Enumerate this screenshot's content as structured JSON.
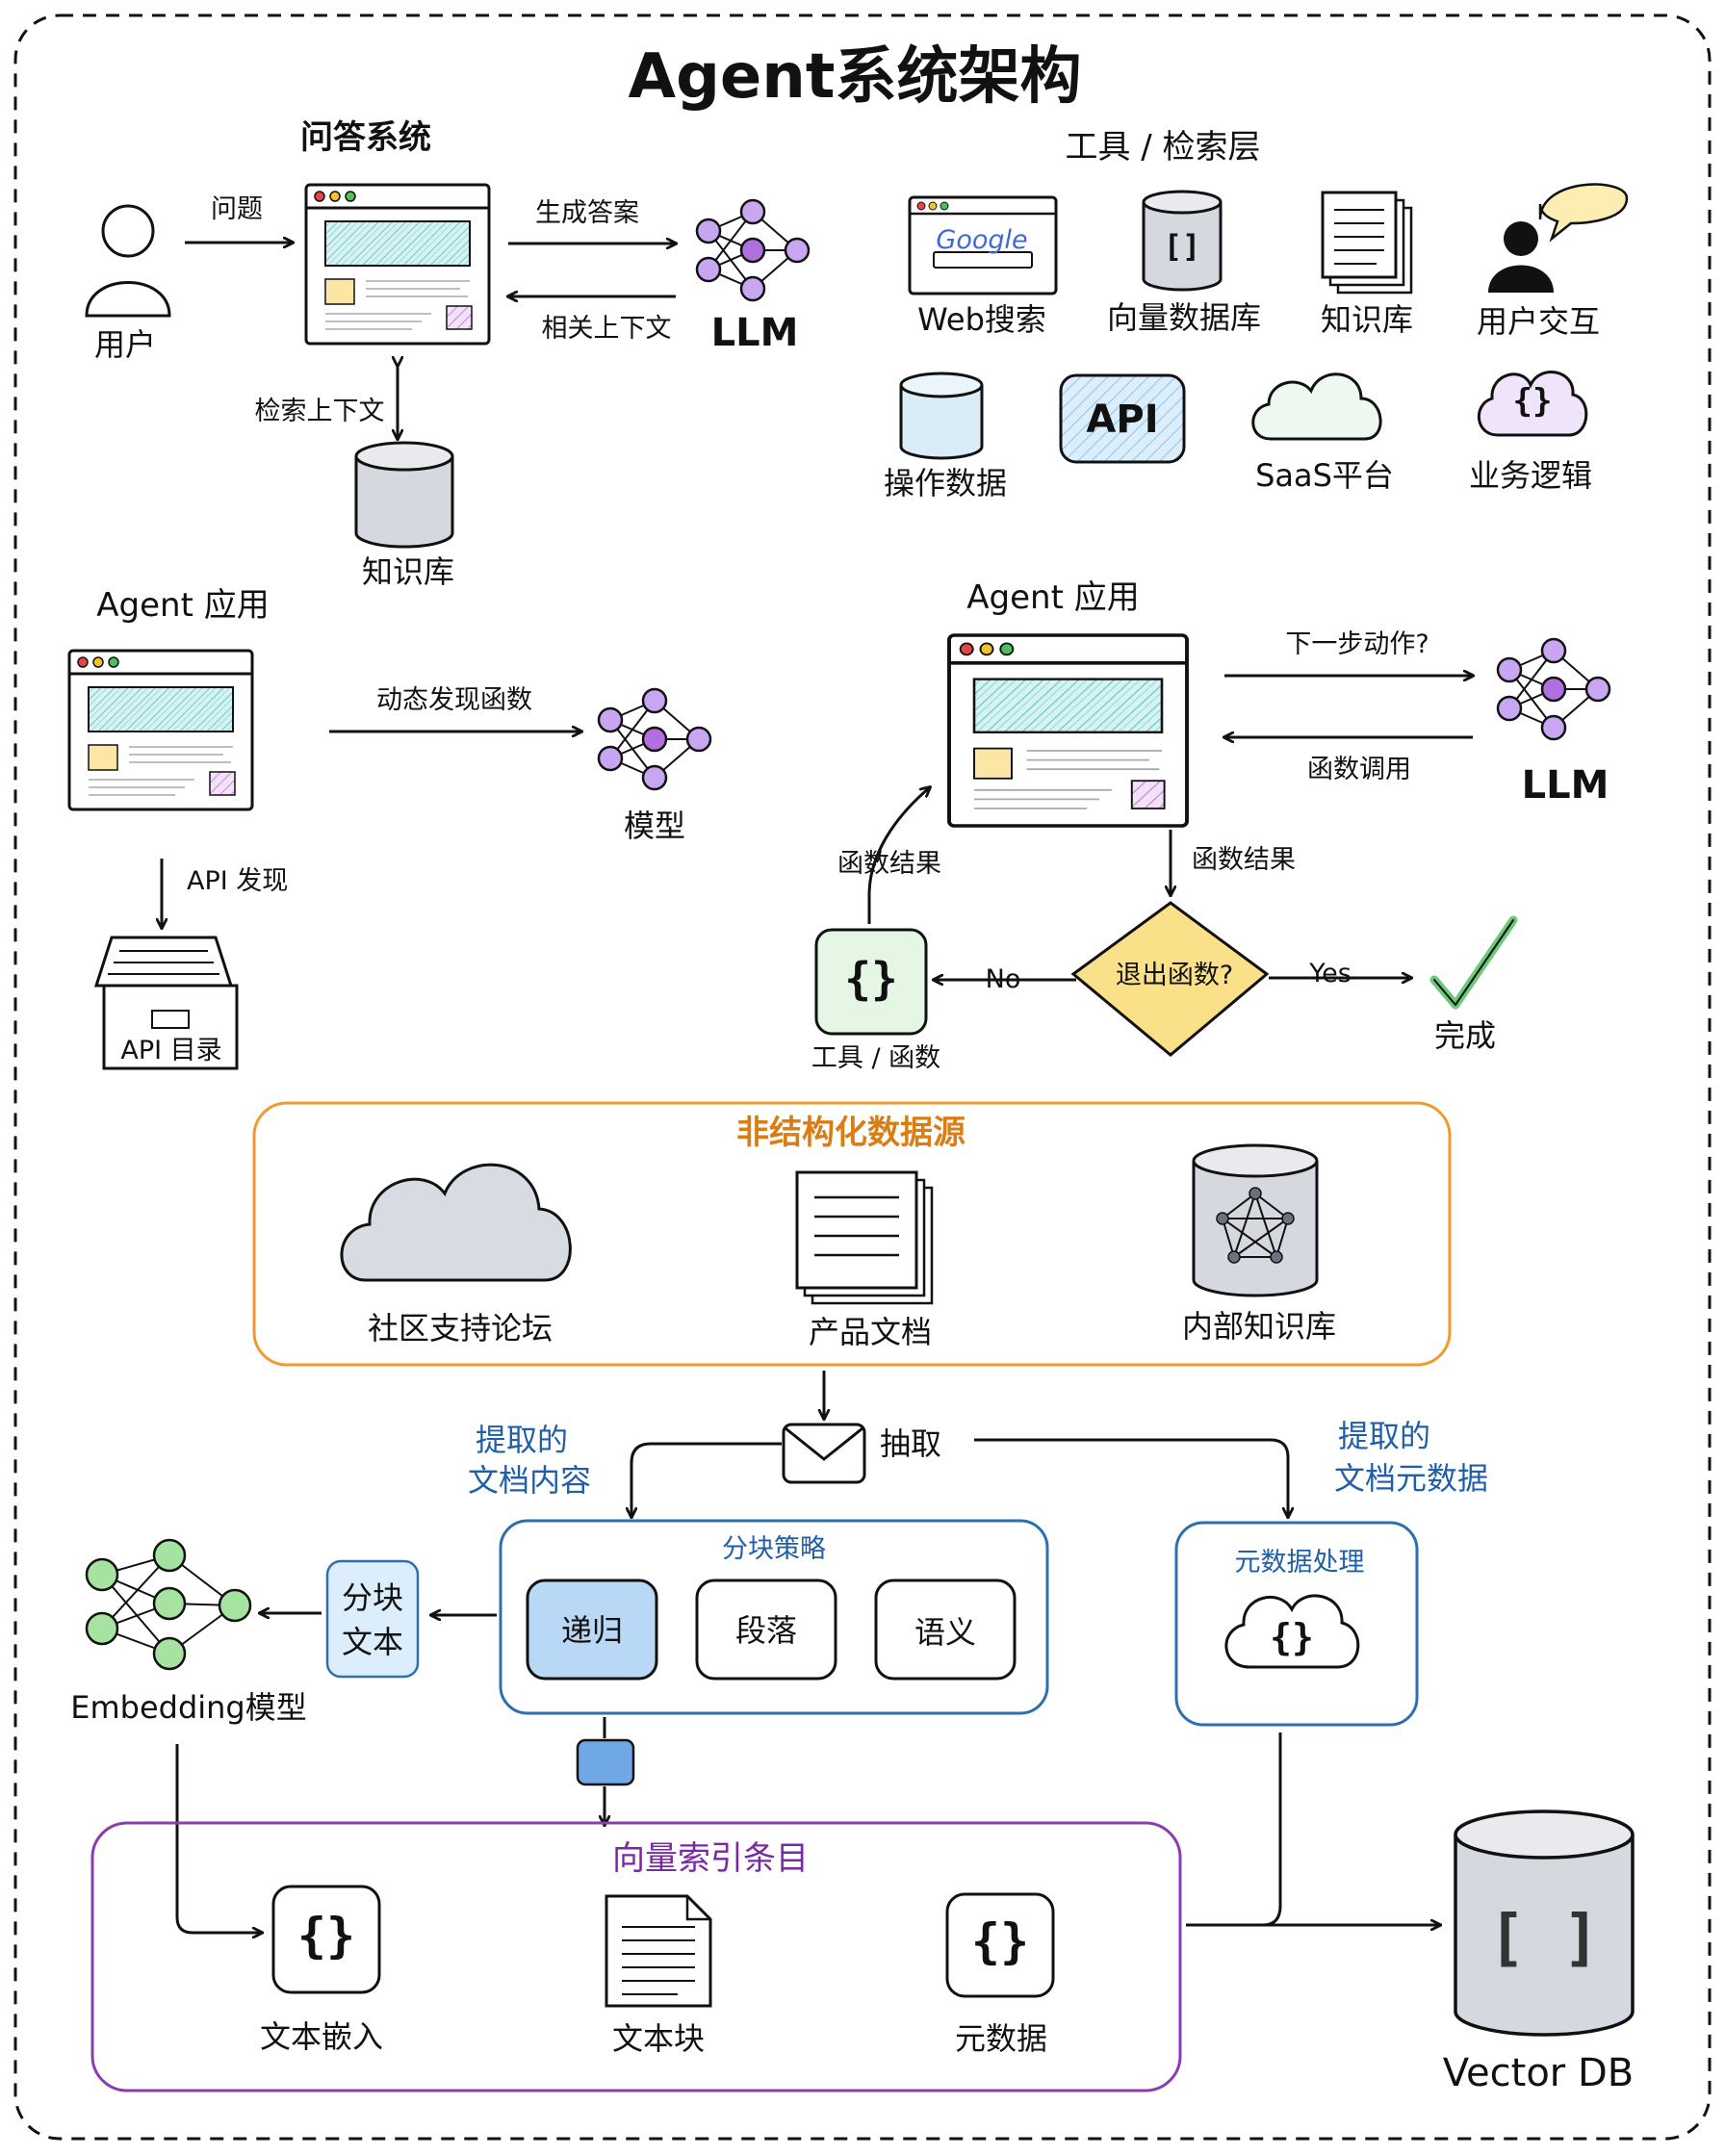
{
  "title": "Agent系统架构",
  "qa": {
    "title": "问答系统",
    "user": "用户",
    "question": "问题",
    "generate_answer": "生成答案",
    "related_context": "相关上下文",
    "llm": "LLM",
    "retrieve_context": "检索上下文",
    "kb": "知识库"
  },
  "tools": {
    "title": "工具 / 检索层",
    "google": "Google",
    "items": [
      "Web搜索",
      "向量数据库",
      "知识库",
      "用户交互",
      "操作数据",
      "API",
      "SaaS平台",
      "业务逻辑"
    ],
    "api_box": "API",
    "bracket": "[]",
    "braces": "{}"
  },
  "agent_left": {
    "title": "Agent 应用",
    "discover": "动态发现函数",
    "model": "模型",
    "api_discover": "API 发现",
    "catalog": "API 目录"
  },
  "agent_right": {
    "title": "Agent 应用",
    "next_action": "下一步动作?",
    "function_call": "函数调用",
    "llm": "LLM",
    "func_result_up": "函数结果",
    "func_result_down": "函数结果",
    "exit_q": "退出函数?",
    "no": "No",
    "yes": "Yes",
    "tools_funcs": "工具 / 函数",
    "done": "完成",
    "braces": "{}"
  },
  "sources": {
    "title": "非结构化数据源",
    "items": [
      "社区支持论坛",
      "产品文档",
      "内部知识库"
    ]
  },
  "pipeline": {
    "extract": "抽取",
    "doc_content": [
      "提取的",
      "文档内容"
    ],
    "doc_meta": [
      "提取的",
      "文档元数据"
    ],
    "chunk_strategy": "分块策略",
    "strategies": [
      "递归",
      "段落",
      "语义"
    ],
    "chunk_text": [
      "分块",
      "文本"
    ],
    "embedding_model": "Embedding模型",
    "metadata_processing": "元数据处理",
    "braces": "{}"
  },
  "index": {
    "title": "向量索引条目",
    "items": [
      "文本嵌入",
      "文本块",
      "元数据"
    ],
    "braces": "{}"
  },
  "vector_db": {
    "label": "Vector DB",
    "bracket": "[ ]"
  },
  "colors": {
    "ink": "#111111",
    "orange": "#f29a2e",
    "blue": "#2e6fb0",
    "purple": "#8a3db0",
    "neural": "#c9a6f2",
    "neural_green": "#a6e3a0",
    "diamond": "#fbe08a",
    "check": "#6cc97a"
  }
}
